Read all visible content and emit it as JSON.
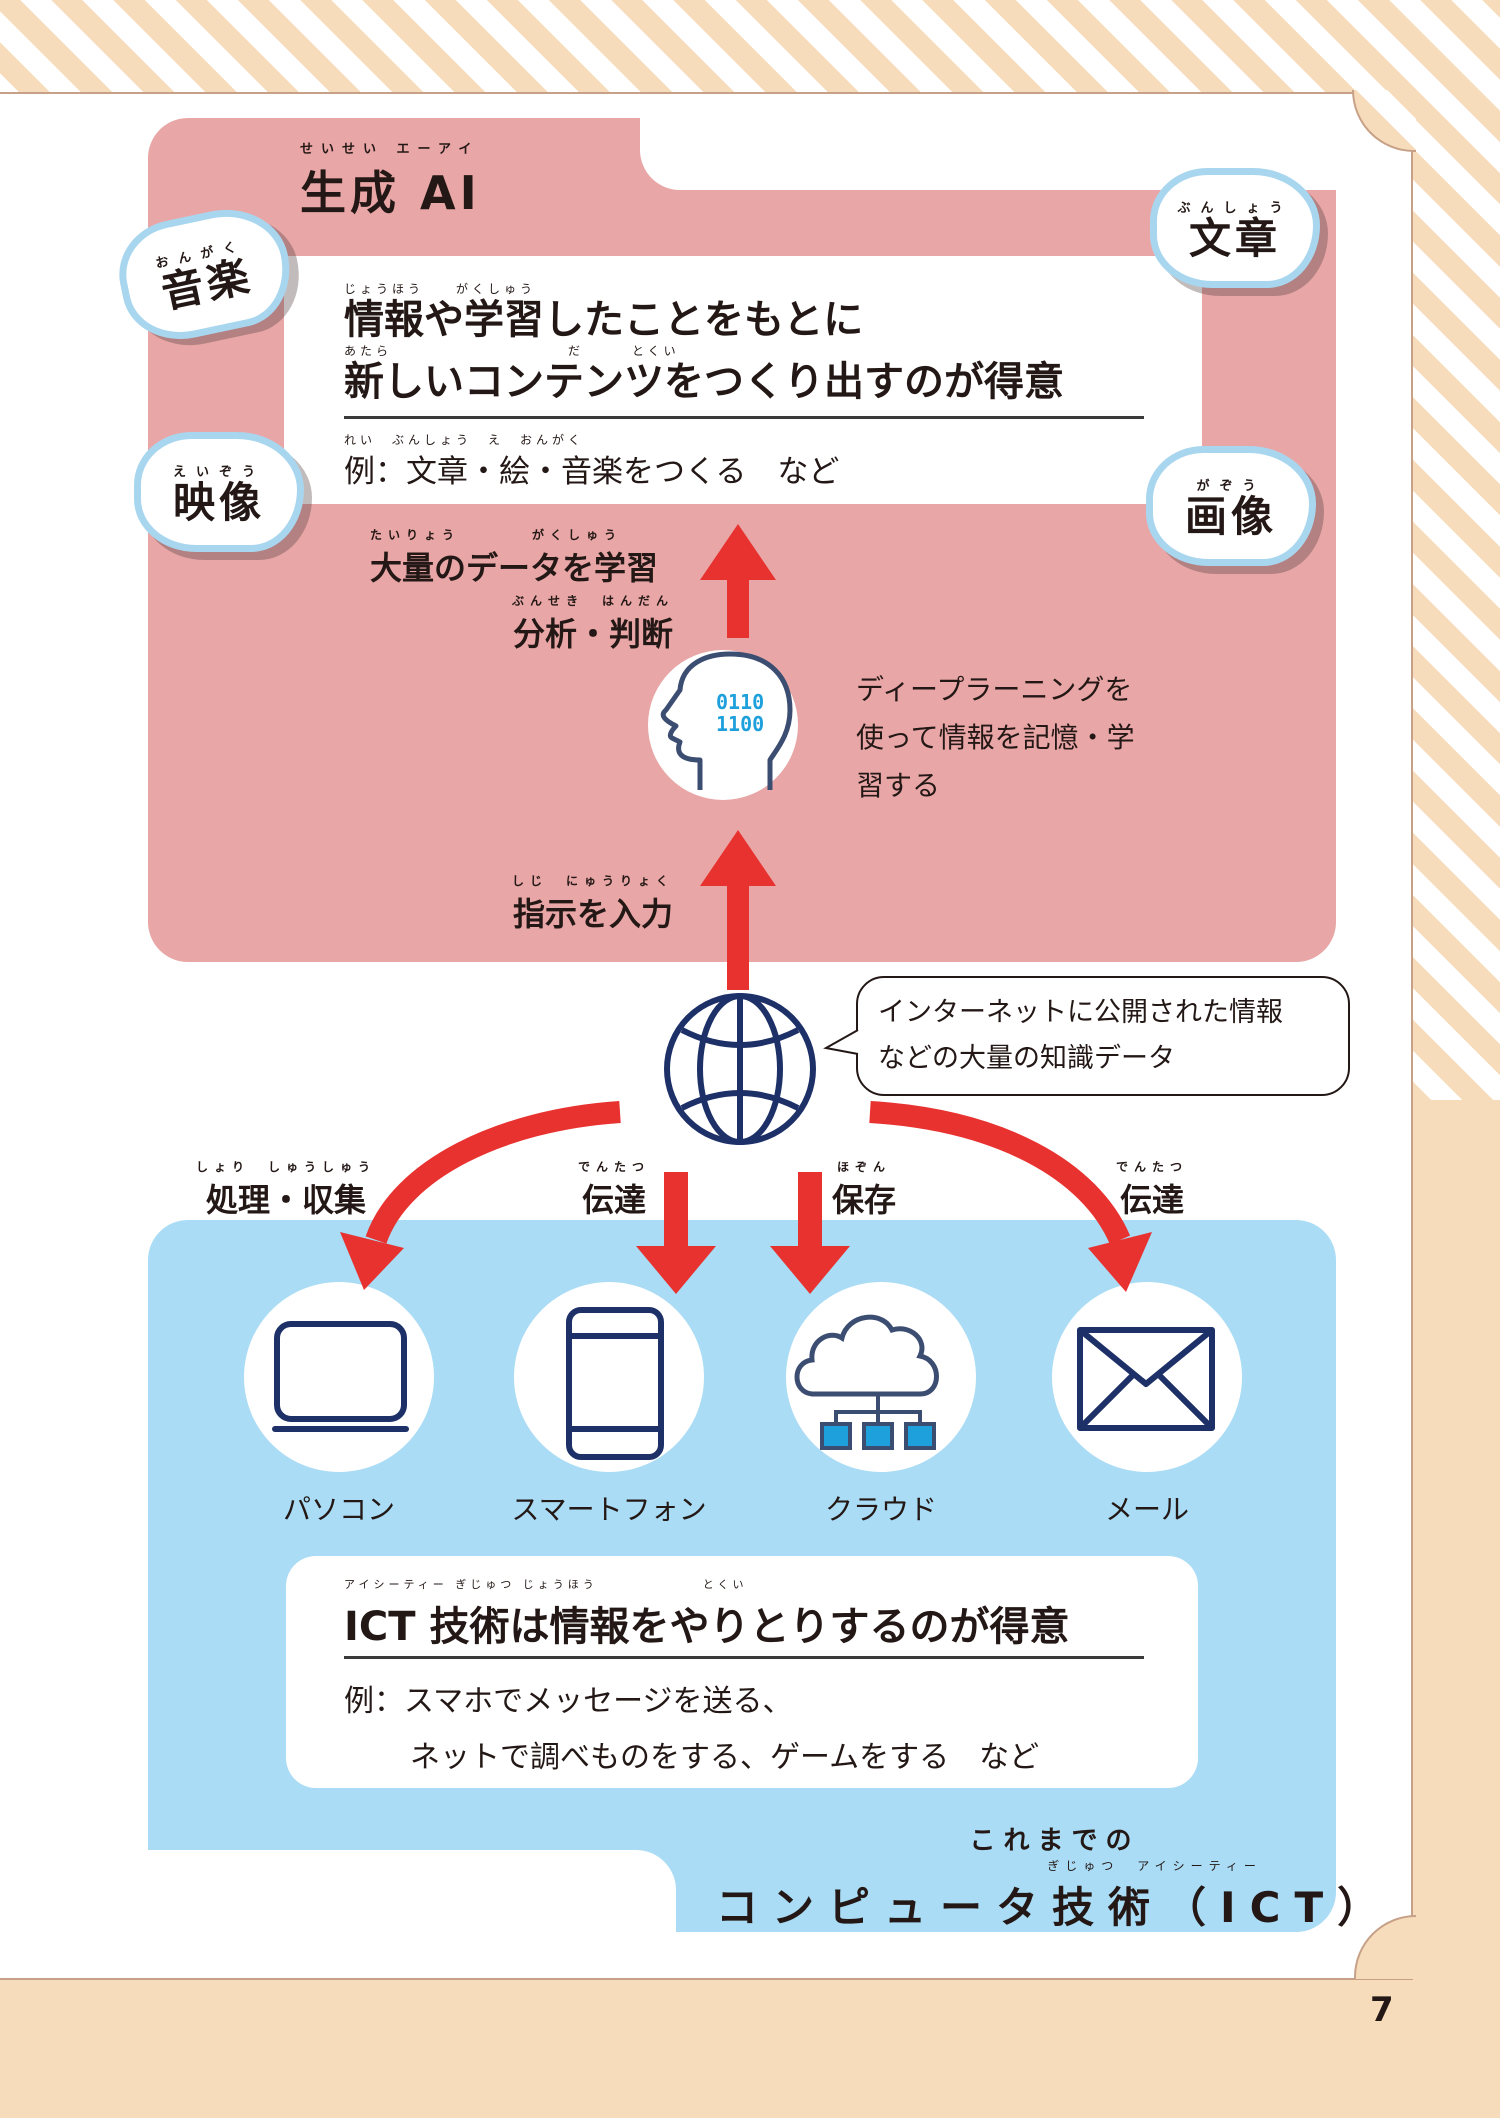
{
  "page_number": "7",
  "ai_section": {
    "title": "生成 AI",
    "title_ruby": "せいせい エーアイ",
    "headline_line1": "情報や学習したことをもとに",
    "headline_line2": "新しいコンテンツをつくり出すのが得意",
    "headline_ruby_line1": "じょうほう　　がくしゅう",
    "headline_ruby_line2": "あたら　　　　　　　　　　　だ　　　とくい",
    "example": "例：文章・絵・音楽をつくる　など",
    "example_ruby": "れい　ぶんしょう　え　おんがく",
    "clouds": [
      {
        "word": "音楽",
        "ruby": "おんがく"
      },
      {
        "word": "文章",
        "ruby": "ぶんしょう"
      },
      {
        "word": "映像",
        "ruby": "えいぞう"
      },
      {
        "word": "画像",
        "ruby": "がぞう"
      }
    ],
    "step_learn": {
      "text": "大量のデータを学習",
      "ruby": "たいりょう　　　　がくしゅう"
    },
    "step_analyze": {
      "text": "分析・判断",
      "ruby": "ぶんせき　はんだん"
    },
    "step_input": {
      "text": "指示を入力",
      "ruby": "しじ　にゅうりょく"
    },
    "brain_binary_line1": "0110",
    "brain_binary_line2": "1100",
    "deep_learning_line1": "ディープラーニングを",
    "deep_learning_line2": "使って情報を記憶・学",
    "deep_learning_line3": "習する"
  },
  "internet": {
    "bubble_line1": "インターネットに公開された情報",
    "bubble_line2": "などの大量の知識データ"
  },
  "flows": [
    {
      "label": "処理・収集",
      "ruby": "しょり　しゅうしゅう"
    },
    {
      "label": "伝達",
      "ruby": "でんたつ"
    },
    {
      "label": "保存",
      "ruby": "ほぞん"
    },
    {
      "label": "伝達",
      "ruby": "でんたつ"
    }
  ],
  "devices": [
    {
      "label": "パソコン",
      "icon": "laptop-icon"
    },
    {
      "label": "スマートフォン",
      "icon": "smartphone-icon"
    },
    {
      "label": "クラウド",
      "icon": "cloud-network-icon"
    },
    {
      "label": "メール",
      "icon": "mail-icon"
    }
  ],
  "ict_section": {
    "headline": "ICT 技術は情報をやりとりするのが得意",
    "headline_ruby": "アイシーティー ぎじゅつ じょうほう　　　　　　　とくい",
    "example_line1": "例：スマホでメッセージを送る、",
    "example_line2": "ネットで調べものをする、ゲームをする　など",
    "title_sub": "これまでの",
    "title": "コンピュータ技術（ICT）",
    "title_ruby": "ぎじゅつ　アイシーティー"
  },
  "colors": {
    "ai_panel": "#e8a6a6",
    "ict_panel": "#aadcf5",
    "arrow": "#e8322f",
    "icon_navy": "#1d3068",
    "accent_blue": "#1ea0dc",
    "background_tan": "#f7dcbb"
  }
}
